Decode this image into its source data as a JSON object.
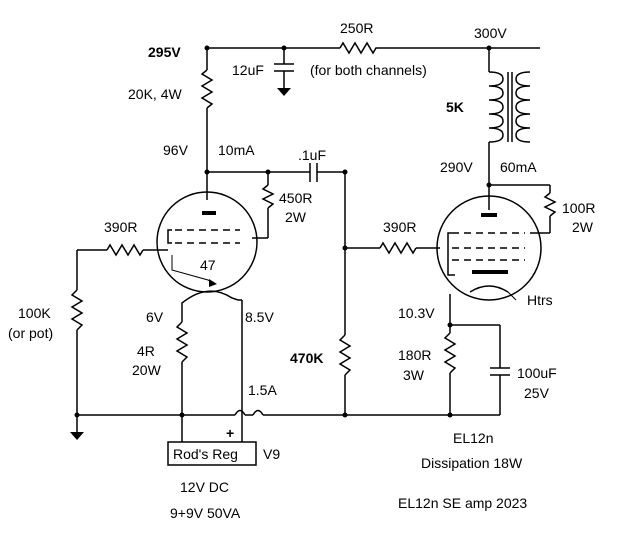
{
  "labels": {
    "b295": "295V",
    "r250": "250R",
    "b300": "300V",
    "c12": "12uF",
    "c12_note": "(for both channels)",
    "r20k": "20K, 4W",
    "xfmr": "5K",
    "v96": "96V",
    "i10": "10mA",
    "c01": ".1uF",
    "v290": "290V",
    "i60": "60mA",
    "r450": "450R",
    "r450w": "2W",
    "r100": "100R",
    "r100w": "2W",
    "r390a": "390R",
    "r390b": "390R",
    "tube1": "47",
    "pot1": "100K",
    "pot2": "(or pot)",
    "htrs": "Htrs",
    "v6": "6V",
    "v85": "8.5V",
    "v103": "10.3V",
    "r4": "4R",
    "r4w": "20W",
    "r470": "470K",
    "r180": "180R",
    "r180w": "3W",
    "c100": "100uF",
    "c100v": "25V",
    "i15": "1.5A",
    "plus": "+",
    "reg": "Rod's Reg",
    "v9": "V9",
    "tube2": "EL12n",
    "dissipation": "Dissipation  18W",
    "psu1": "12V DC",
    "psu2": "9+9V 50VA",
    "title": "EL12n SE amp 2023"
  }
}
